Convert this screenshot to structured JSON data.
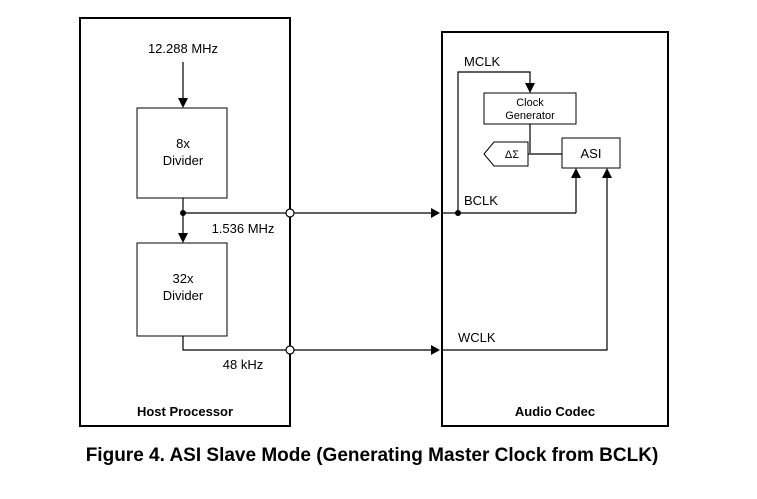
{
  "host": {
    "title": "Host Processor",
    "input_freq": "12.288 MHz",
    "divider8": [
      "8x",
      "Divider"
    ],
    "mid_freq": "1.536 MHz",
    "divider32": [
      "32x",
      "Divider"
    ],
    "out_freq": "48 kHz"
  },
  "codec": {
    "title": "Audio Codec",
    "mclk": "MCLK",
    "clock_gen": [
      "Clock",
      "Generator"
    ],
    "delta_sigma": "ΔΣ",
    "asi": "ASI",
    "bclk": "BCLK",
    "wclk": "WCLK"
  },
  "caption": "Figure 4. ASI Slave Mode (Generating Master Clock from BCLK)"
}
